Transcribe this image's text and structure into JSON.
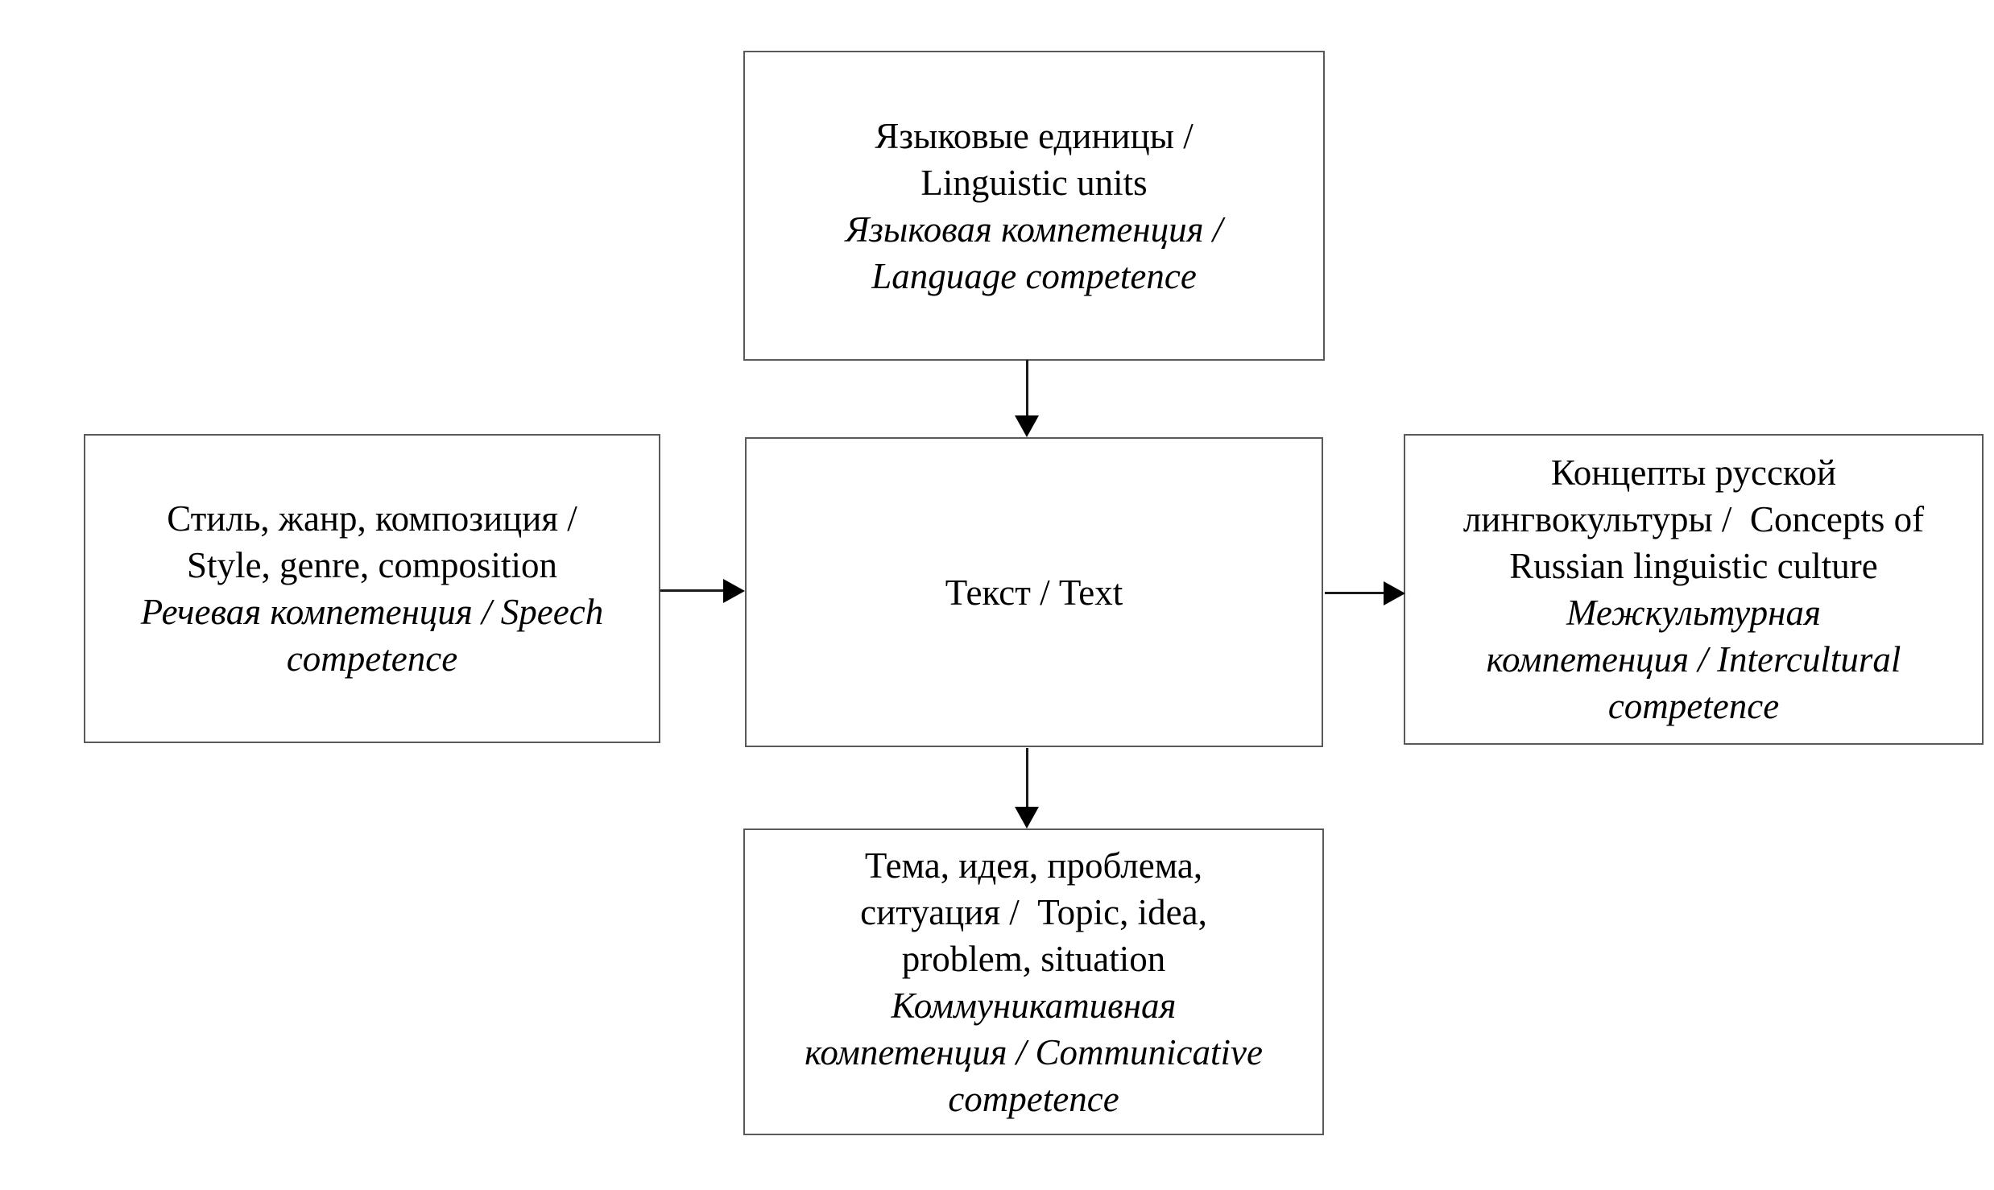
{
  "diagram": {
    "type": "flowchart",
    "background": "#ffffff",
    "colors": {
      "box_border": "#595959",
      "text": "#000000",
      "arrow": "#000000"
    },
    "boxes": {
      "top": {
        "id": "linguistic-units",
        "normal": [
          "Языковые единицы /",
          "Linguistic units"
        ],
        "italic": [
          "Языковая компетенция /",
          "Language competence"
        ]
      },
      "left": {
        "id": "style-genre-composition",
        "normal": [
          "Стиль, жанр, композиция /",
          "Style, genre, composition"
        ],
        "italic": [
          "Речевая компетенция / Speech",
          "competence"
        ]
      },
      "center": {
        "id": "text",
        "normal": [
          "Текст / Text"
        ],
        "italic": []
      },
      "right": {
        "id": "concepts-russian-linguistic-culture",
        "normal": [
          "Концепты русской",
          "лингвокультуры /  Concepts of",
          "Russian linguistic culture"
        ],
        "italic": [
          "Межкультурная",
          "компетенция / Intercultural",
          "competence"
        ]
      },
      "bottom": {
        "id": "topic-idea-problem-situation",
        "normal": [
          "Тема, идея, проблема,",
          "ситуация /  Topic, idea,",
          "problem, situation"
        ],
        "italic": [
          "Коммуникативная",
          "компетенция / Communicative",
          "competence"
        ]
      }
    },
    "arrows": [
      {
        "from": "linguistic-units",
        "to": "text",
        "direction": "down"
      },
      {
        "from": "style-genre-composition",
        "to": "text",
        "direction": "right"
      },
      {
        "from": "text",
        "to": "concepts-russian-linguistic-culture",
        "direction": "right"
      },
      {
        "from": "text",
        "to": "topic-idea-problem-situation",
        "direction": "down"
      }
    ]
  }
}
